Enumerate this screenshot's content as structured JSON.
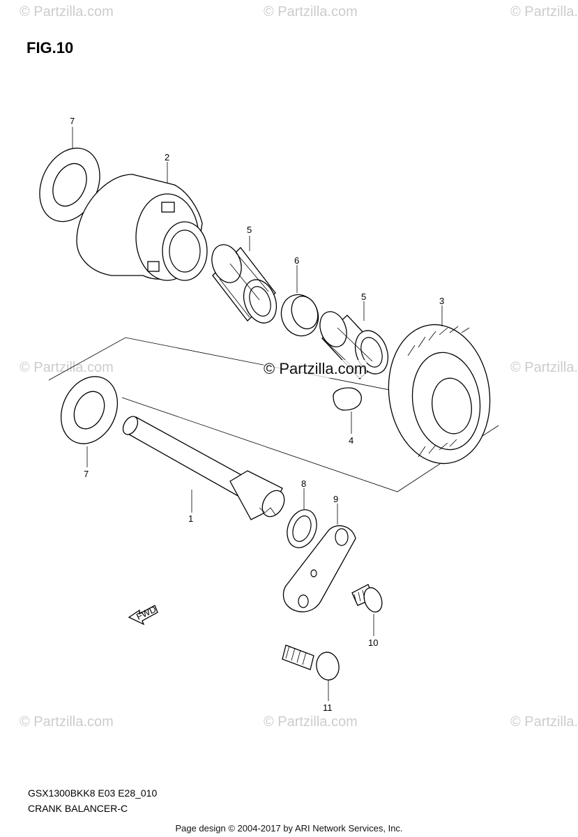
{
  "figure": {
    "title": "FIG.10",
    "model_code": "GSX1300BKK8 E03 E28_010",
    "name": "CRANK BALANCER-C"
  },
  "footer": "Page design © 2004-2017 by ARI Network Services, Inc.",
  "watermarks": {
    "corner": "© Partzilla.com",
    "center": "© Partzilla.com"
  },
  "callouts": [
    "1",
    "2",
    "3",
    "4",
    "5",
    "5",
    "6",
    "7",
    "7",
    "8",
    "9",
    "10",
    "11"
  ],
  "fwd_arrow": {
    "label": "FWD",
    "icon": "fwd-arrow-icon"
  }
}
